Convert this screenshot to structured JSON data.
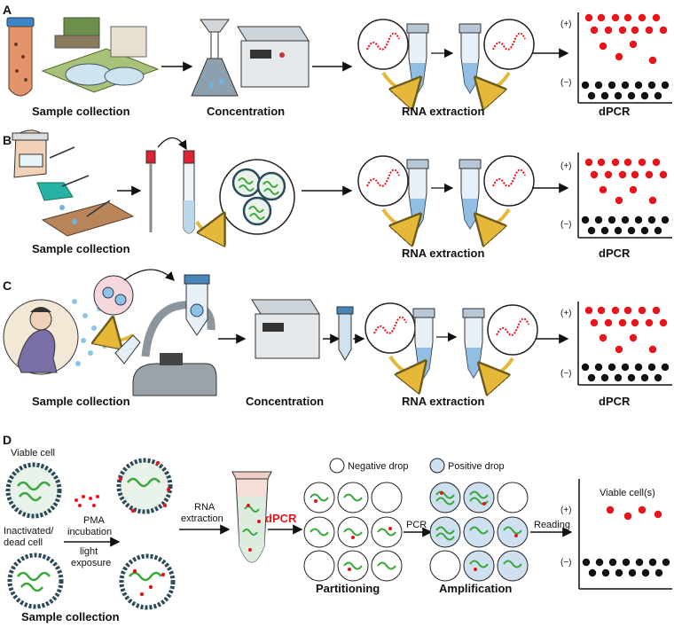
{
  "panels": {
    "a": {
      "letter": "A",
      "labels": {
        "sample": "Sample collection",
        "conc": "Concentration",
        "rna": "RNA extraction",
        "dpcr": "dPCR"
      }
    },
    "b": {
      "letter": "B",
      "labels": {
        "sample": "Sample collection",
        "rna": "RNA extraction",
        "dpcr": "dPCR"
      }
    },
    "c": {
      "letter": "C",
      "labels": {
        "sample": "Sample collection",
        "conc": "Concentration",
        "rna": "RNA extraction",
        "dpcr": "dPCR"
      }
    },
    "d": {
      "letter": "D",
      "viable": "Viable cell",
      "dead1": "Inactivated/",
      "dead2": "dead cell",
      "pma1": "PMA",
      "pma2": "incubation",
      "light1": "light",
      "light2": "exposure",
      "rna1": "RNA",
      "rna2": "extraction",
      "dpcr": "dPCR",
      "neg": "Negative drop",
      "pos": "Positive drop",
      "pcr": "PCR",
      "reading": "Reading",
      "viable_cells": "Viable cell(s)",
      "partitioning": "Partitioning",
      "amplification": "Amplification",
      "sample": "Sample collection"
    }
  },
  "axis": {
    "pos": "(+)",
    "neg": "(−)"
  },
  "colors": {
    "positive": "#e8141c",
    "negative": "#111111",
    "pos_drop": "#cfe0f0",
    "rna": "#3aa83a",
    "accent": "#f2c94c"
  }
}
